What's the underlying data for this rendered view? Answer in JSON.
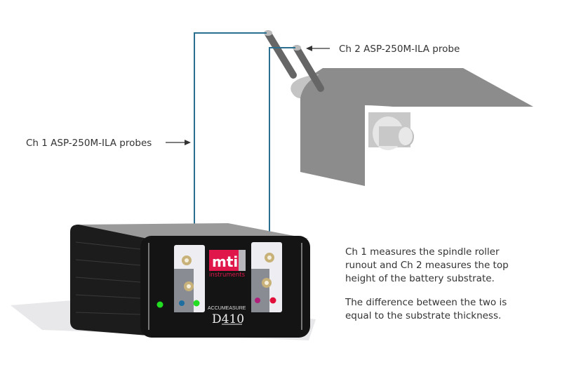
{
  "labels": {
    "ch2_probe": "Ch 2 ASP-250M-ILA probe",
    "ch1_probes": "Ch 1 ASP-250M-ILA probes"
  },
  "description": {
    "lines": [
      "Ch 1 measures the spindle roller",
      "runout and Ch 2 measures the top",
      "height of the battery substrate.",
      "",
      "The difference between the two is",
      "equal to the substrate thickness."
    ]
  },
  "device": {
    "brand_logo": "mti",
    "brand_sub": "instruments",
    "series": "ACCUMEASURE",
    "model": "D410"
  },
  "colors": {
    "wire": "#2a6f8f",
    "logo_red": "#e0174a",
    "led_green": "#22dd22",
    "led_red": "#e0103a",
    "substrate": "#8c8c8c"
  }
}
